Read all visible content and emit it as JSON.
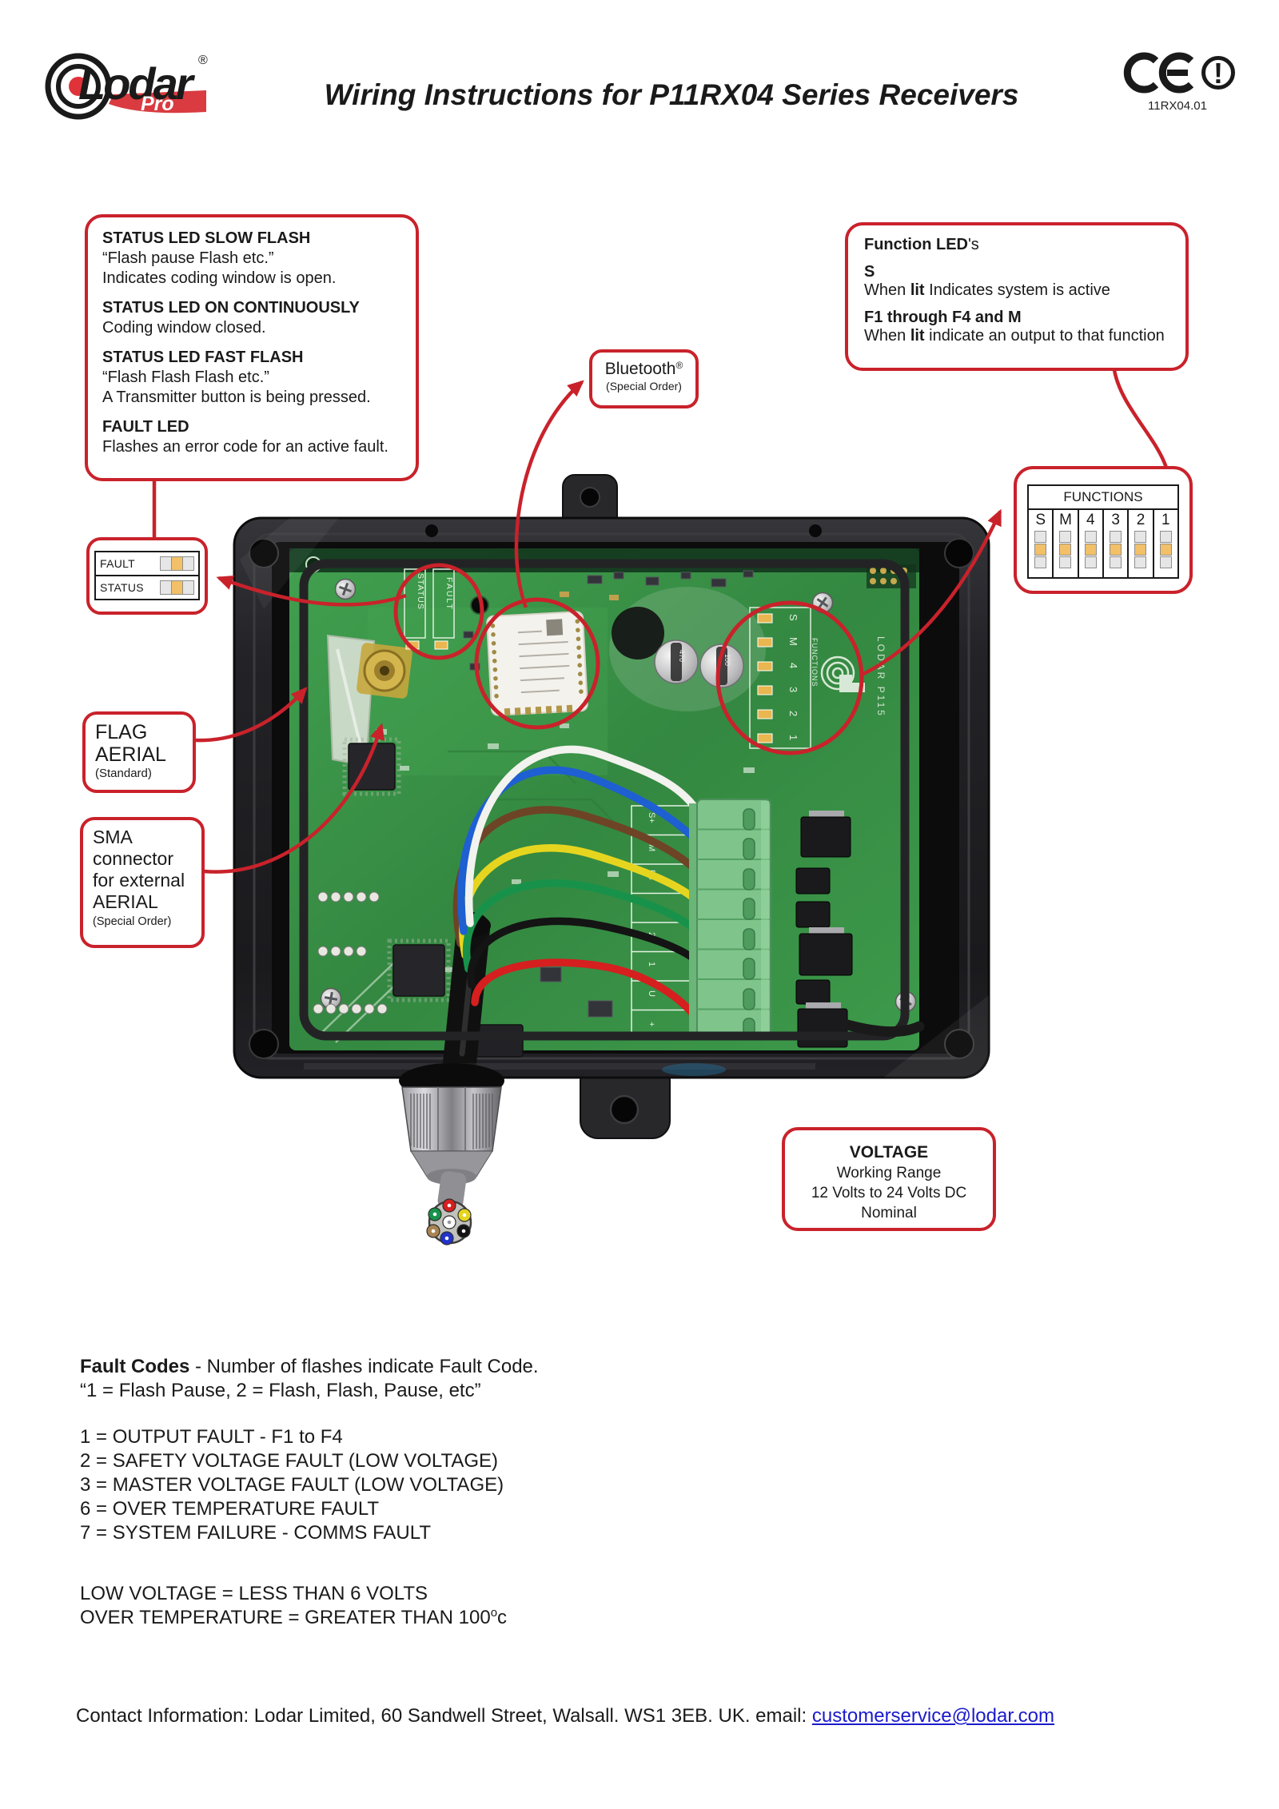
{
  "header": {
    "logo": {
      "brand": "Lodar",
      "sub": "Pro",
      "registered": "®"
    },
    "title": "Wiring Instructions for P11RX04 Series Receivers",
    "doc_code": "11RX04.01",
    "alert_glyph": "!"
  },
  "callouts": {
    "status_box": {
      "sections": [
        {
          "heading": "STATUS LED SLOW FLASH",
          "lines": [
            "“Flash pause Flash etc.”",
            "Indicates coding window is open."
          ]
        },
        {
          "heading": "STATUS LED ON CONTINUOUSLY",
          "lines": [
            "Coding window closed."
          ]
        },
        {
          "heading": "STATUS LED FAST FLASH",
          "lines": [
            "“Flash Flash Flash etc.”",
            "A Transmitter button is being pressed."
          ]
        },
        {
          "heading": "FAULT LED",
          "lines": [
            "Flashes an error code for an active fault."
          ]
        }
      ]
    },
    "function_box": {
      "title_bold": "Function LED",
      "title_rest": "'s",
      "s_heading": "S",
      "s_parts": [
        "When ",
        "lit",
        " Indicates system is active"
      ],
      "f_heading": "F1 through F4 and M",
      "f_parts": [
        "When ",
        "lit",
        " indicate an output to that function"
      ]
    },
    "bluetooth": {
      "name": "Bluetooth",
      "reg": "®",
      "note": "(Special Order)"
    },
    "functions_panel": {
      "header": "FUNCTIONS",
      "columns": [
        "S",
        "M",
        "4",
        "3",
        "2",
        "1"
      ]
    },
    "fault_status": {
      "rows": [
        "FAULT",
        "STATUS"
      ]
    },
    "flag_aerial": {
      "line1": "FLAG",
      "line2": "AERIAL",
      "note": "(Standard)"
    },
    "sma": {
      "line1": "SMA",
      "line2": "connector",
      "line3": "for external",
      "line4": "AERIAL",
      "note": "(Special Order)"
    },
    "voltage": {
      "title": "VOLTAGE",
      "lines": [
        "Working Range",
        "12 Volts to 24 Volts DC",
        "Nominal"
      ]
    }
  },
  "photo": {
    "pcb_labels": {
      "status": "STATUS",
      "fault": "FAULT",
      "functions": "FUNCTIONS",
      "function_leds": [
        "S",
        "M",
        "4",
        "3",
        "2",
        "1"
      ],
      "board_id": "LODAR P115",
      "terminals": [
        "S+",
        "M",
        "F4",
        "3",
        "2",
        "1",
        "U",
        "+"
      ],
      "cap1": "470",
      "cap2": "100"
    }
  },
  "fault_codes": {
    "heading_bold": "Fault Codes",
    "heading_rest": " - Number of flashes indicate Fault Code.",
    "subheading": "“1 = Flash Pause, 2 = Flash, Flash, Pause, etc”",
    "codes": [
      "1 = OUTPUT FAULT - F1 to F4",
      "2 = SAFETY VOLTAGE FAULT (LOW VOLTAGE)",
      "3 = MASTER VOLTAGE FAULT (LOW VOLTAGE)",
      "6 = OVER TEMPERATURE FAULT",
      "7 = SYSTEM FAILURE - COMMS FAULT"
    ],
    "note1": "LOW VOLTAGE = LESS THAN 6 VOLTS",
    "temp_note_parts": [
      "OVER TEMPERATURE = GREATER THAN 100",
      "o",
      "c"
    ]
  },
  "footer": {
    "contact_prefix": "Contact Information: Lodar Limited, 60 Sandwell Street, Walsall. WS1 3EB. UK. email:  ",
    "contact_email": "customerservice@lodar.com"
  },
  "colors": {
    "accent_red": "#c9222b",
    "led_orange": "#f2c068",
    "email_blue": "#1a1acc",
    "pcb_green": "#3a9147",
    "enclosure_black": "#232327"
  }
}
